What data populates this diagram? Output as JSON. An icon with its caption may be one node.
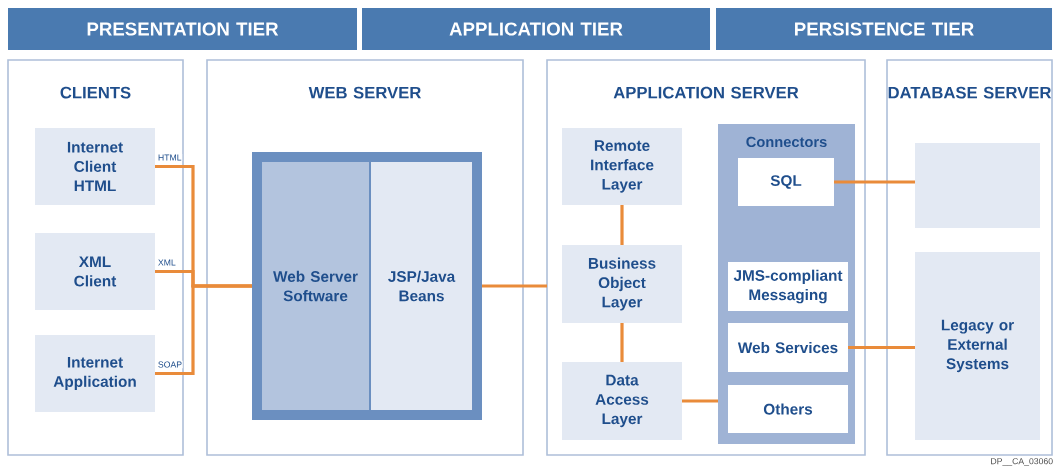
{
  "diagram": {
    "nodes": [
      {
        "text": [
          "PRESENTATION TIER"
        ]
      },
      {
        "text": [
          "APPLICATION TIER"
        ]
      },
      {
        "text": [
          "PERSISTENCE TIER"
        ]
      },
      {
        "text": [
          "CLIENTS"
        ]
      },
      {
        "text": [
          "Internet Client HTML"
        ],
        "in": 3
      },
      {
        "text": [
          "XML Client"
        ],
        "in": 3
      },
      {
        "text": [
          "Internet Application"
        ],
        "in": 3
      },
      {
        "text": [
          "WEB SERVER"
        ]
      },
      {
        "text": [],
        "shape": "box",
        "in": 7
      },
      {
        "text": [
          "Web Server Software"
        ],
        "in": 8
      },
      {
        "text": [
          "JSP/Java Beans"
        ],
        "in": 8
      },
      {
        "text": [
          "APPLICATION SERVER"
        ]
      },
      {
        "text": [
          "Remote Interface Layer"
        ],
        "in": 11
      },
      {
        "text": [
          "Business Object Layer"
        ],
        "in": 11
      },
      {
        "text": [
          "Data Access Layer"
        ],
        "in": 11
      },
      {
        "text": [
          "Connectors"
        ],
        "in": 11
      },
      {
        "text": [
          "SQL"
        ],
        "in": 15
      },
      {
        "text": [
          "JMS-compliant Messaging"
        ],
        "in": 15
      },
      {
        "text": [
          "Web Services"
        ],
        "in": 15
      },
      {
        "text": [
          "Others"
        ],
        "in": 15
      },
      {
        "text": [
          "DATABASE SERVER"
        ]
      },
      {
        "text": [],
        "shape": "box",
        "in": 20
      },
      {
        "text": [
          "Legacy or External Systems"
        ],
        "in": 20
      }
    ],
    "edges": [
      {
        "from": 4,
        "to": 8,
        "arrow": "none",
        "label": "HTML"
      },
      {
        "from": 5,
        "to": 8,
        "arrow": "none",
        "label": "XML"
      },
      {
        "from": 6,
        "to": 8,
        "arrow": "none",
        "label": "SOAP"
      },
      {
        "from": 8,
        "to": 11,
        "arrow": "none"
      },
      {
        "from": 12,
        "to": 13,
        "arrow": "none"
      },
      {
        "from": 13,
        "to": 14,
        "arrow": "none"
      },
      {
        "from": 14,
        "to": 15,
        "arrow": "none"
      },
      {
        "from": 16,
        "to": 21,
        "arrow": "none"
      },
      {
        "from": 18,
        "to": 22,
        "arrow": "none"
      }
    ],
    "labels": [
      "DP__CA_03060"
    ]
  }
}
